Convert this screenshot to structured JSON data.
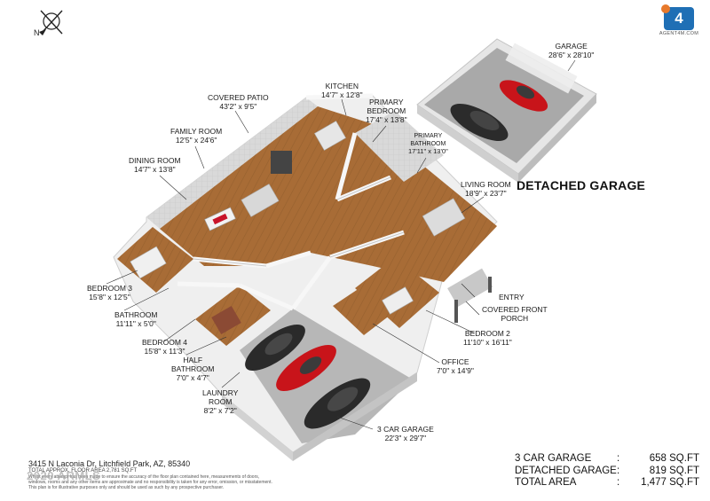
{
  "compass": {
    "letter": "N"
  },
  "logo": {
    "glyph": "4",
    "text": "AGENT4M.COM",
    "color": "#1f6fb5",
    "accent": "#e8792b"
  },
  "detached_title": "DETACHED GARAGE",
  "rooms": {
    "garage": {
      "name": "GARAGE",
      "dims": "28'6\" x 28'10\""
    },
    "kitchen": {
      "name": "KITCHEN",
      "dims": "14'7\" x 12'8\""
    },
    "covered_patio": {
      "name": "COVERED PATIO",
      "dims": "43'2\" x 9'5\""
    },
    "primary_bedroom": {
      "name": "PRIMARY BEDROOM",
      "line1": "PRIMARY",
      "line2": "BEDROOM",
      "dims": "17'4\" x 13'8\""
    },
    "primary_bathroom": {
      "line1": "PRIMARY",
      "line2": "BATHROOM",
      "dims": "17'11\" x 13'0\""
    },
    "family_room": {
      "name": "FAMILY ROOM",
      "dims": "12'5\" x 24'6\""
    },
    "dining_room": {
      "name": "DINING ROOM",
      "dims": "14'7\" x 13'8\""
    },
    "living_room": {
      "name": "LIVING ROOM",
      "dims": "18'9\" x 23'7\""
    },
    "bedroom3": {
      "name": "BEDROOM 3",
      "dims": "15'8\" x 12'5\""
    },
    "bathroom": {
      "name": "BATHROOM",
      "dims": "11'11\" x 5'0\""
    },
    "bedroom4": {
      "name": "BEDROOM 4",
      "dims": "15'8\" x 11'3\""
    },
    "half_bathroom": {
      "line1": "HALF",
      "line2": "BATHROOM",
      "dims": "7'0\" x 4'7\""
    },
    "laundry": {
      "line1": "LAUNDRY",
      "line2": "ROOM",
      "dims": "8'2\" x 7'2\""
    },
    "entry": {
      "name": "ENTRY"
    },
    "porch": {
      "line1": "COVERED FRONT",
      "line2": "PORCH"
    },
    "bedroom2": {
      "name": "BEDROOM 2",
      "dims": "11'10\" x 16'11\""
    },
    "office": {
      "name": "OFFICE",
      "dims": "7'0\" x 14'9\""
    },
    "three_car_garage": {
      "name": "3 CAR GARAGE",
      "dims": "22'3\" x 29'7\""
    }
  },
  "footer": {
    "address": "3415 N Laconia Dr, Litchfield Park, AZ, 85340",
    "total_area_line": "TOTAL APPROX. FLOOR AREA 2,781 SQ.FT",
    "disclaimer1": "Whilst every attempt has been made to ensure the accuracy of the floor plan contained here, measurements of doors,",
    "disclaimer2": "windows, rooms and any other items are approximate and no responsibility is taken for any error, omission, or misstatement.",
    "disclaimer3": "This plan is for illustrative purposes only and should be used as such by any prospective purchaser.",
    "watermark": "2020 ARMLS"
  },
  "summary": [
    {
      "label": "3 CAR GARAGE",
      "sep": ":",
      "value": "658 SQ.FT"
    },
    {
      "label": "DETACHED GARAGE",
      "sep": ":",
      "value": "819 SQ.FT"
    },
    {
      "label": "TOTAL AREA",
      "sep": ":",
      "value": "1,477 SQ.FT"
    }
  ],
  "colors": {
    "wall": "#f4f4f4",
    "wall_edge": "#c9c9c9",
    "wood": "#a66a34",
    "concrete": "#b9b9b9",
    "car_dark": "#2b2b2b",
    "car_red": "#c8141a"
  }
}
